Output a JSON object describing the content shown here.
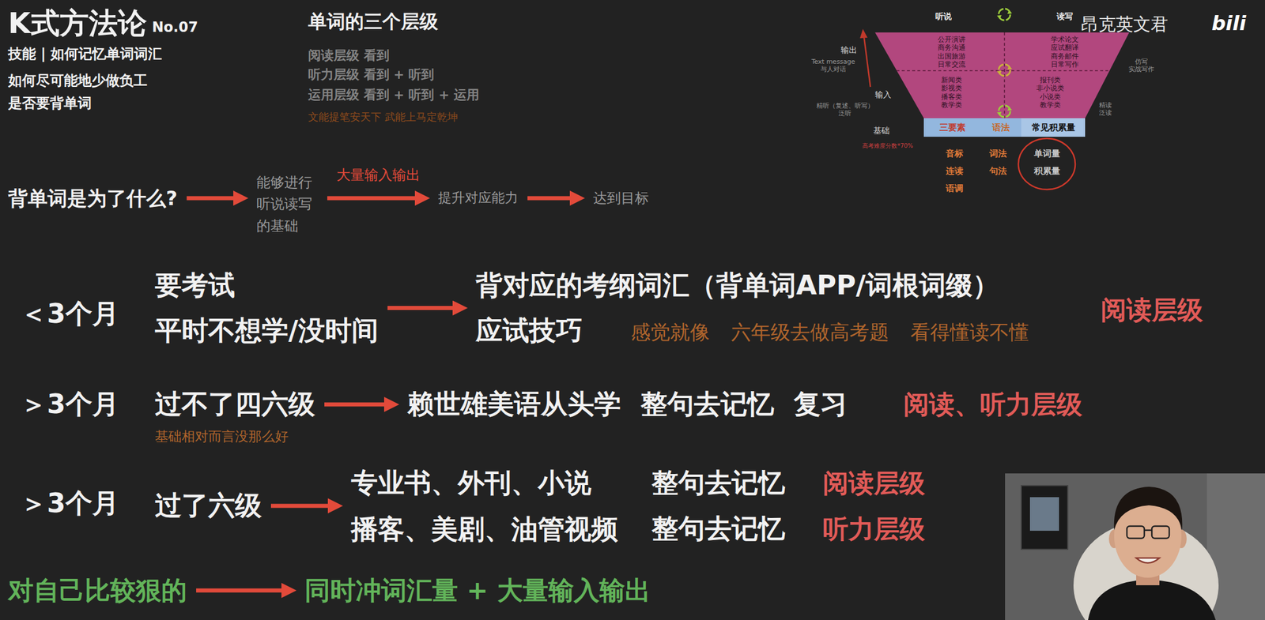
{
  "diagram": {
    "title": "K式方法论",
    "nodes": [
      {
        "text": [
          "三要素"
        ]
      },
      {
        "text": [
          "语法"
        ]
      },
      {
        "text": [
          "常见积累量"
        ]
      },
      {
        "text": [
          "背单词是为了什么?"
        ]
      },
      {
        "text": [
          "能够进行 听说读写 的基础"
        ]
      },
      {
        "text": [
          "提升对应能力"
        ]
      },
      {
        "text": [
          "达到目标"
        ]
      },
      {
        "text": [
          "要考试",
          "平时不想学/没时间"
        ]
      },
      {
        "text": [
          "背对应的考纲词汇（背单词APP/词根词缀）",
          "应试技巧"
        ]
      },
      {
        "text": [
          "过不了四六级",
          "基础相对而言没那么好"
        ]
      },
      {
        "text": [
          "赖世雄美语从头学 整句去记忆 复习"
        ]
      },
      {
        "text": [
          "过了六级"
        ]
      },
      {
        "text": [
          "专业书、外刊、小说",
          "播客、美剧、油管视频"
        ]
      },
      {
        "text": [
          "对自己比较狠的"
        ]
      },
      {
        "text": [
          "同时冲词汇量 + 大量输入输出"
        ]
      }
    ],
    "edges": [
      {
        "from": 3,
        "to": 4,
        "arrow": "to"
      },
      {
        "from": 4,
        "to": 5,
        "label": "大量输入输出",
        "arrow": "to"
      },
      {
        "from": 5,
        "to": 6,
        "arrow": "to"
      },
      {
        "from": 7,
        "to": 8,
        "arrow": "to"
      },
      {
        "from": 9,
        "to": 10,
        "arrow": "to"
      },
      {
        "from": 11,
        "to": 12,
        "arrow": "to"
      },
      {
        "from": 13,
        "to": 14,
        "arrow": "to"
      }
    ],
    "labels": [
      "No.07",
      "技能 | 如何记忆单词词汇",
      "如何尽可能地少做负工",
      "是否要背单词",
      "单词的三个层级",
      "阅读层级 看到",
      "听力层级 看到 + 听到",
      "运用层级 看到 + 听到 + 运用",
      "文能提笔安天下 武能上马定乾坤",
      "听说",
      "读写",
      "输出",
      "Text message 与人对话",
      "公开演讲 商务沟通 出国旅游 日常交流",
      "学术论文 应试翻译 商务邮件 日常写作",
      "仿写 实战写作",
      "输入",
      "精听（复述、听写） 泛听",
      "新闻类 影视类 播客类 教学类",
      "报刊类 非小说类 小说类 教学类",
      "精读 泛读",
      "基础",
      "高考难度分数*70%",
      "音标 连读 语调",
      "词法 句法",
      "单词量 积累量",
      "昂克英文君",
      "bili",
      "＜3个月",
      "感觉就像 六年级去做高考题 看得懂读不懂",
      "阅读层级",
      "＞3个月",
      "阅读、听力层级",
      "＞3个月",
      "整句去记忆",
      "阅读层级",
      "整句去记忆",
      "听力层级"
    ]
  }
}
